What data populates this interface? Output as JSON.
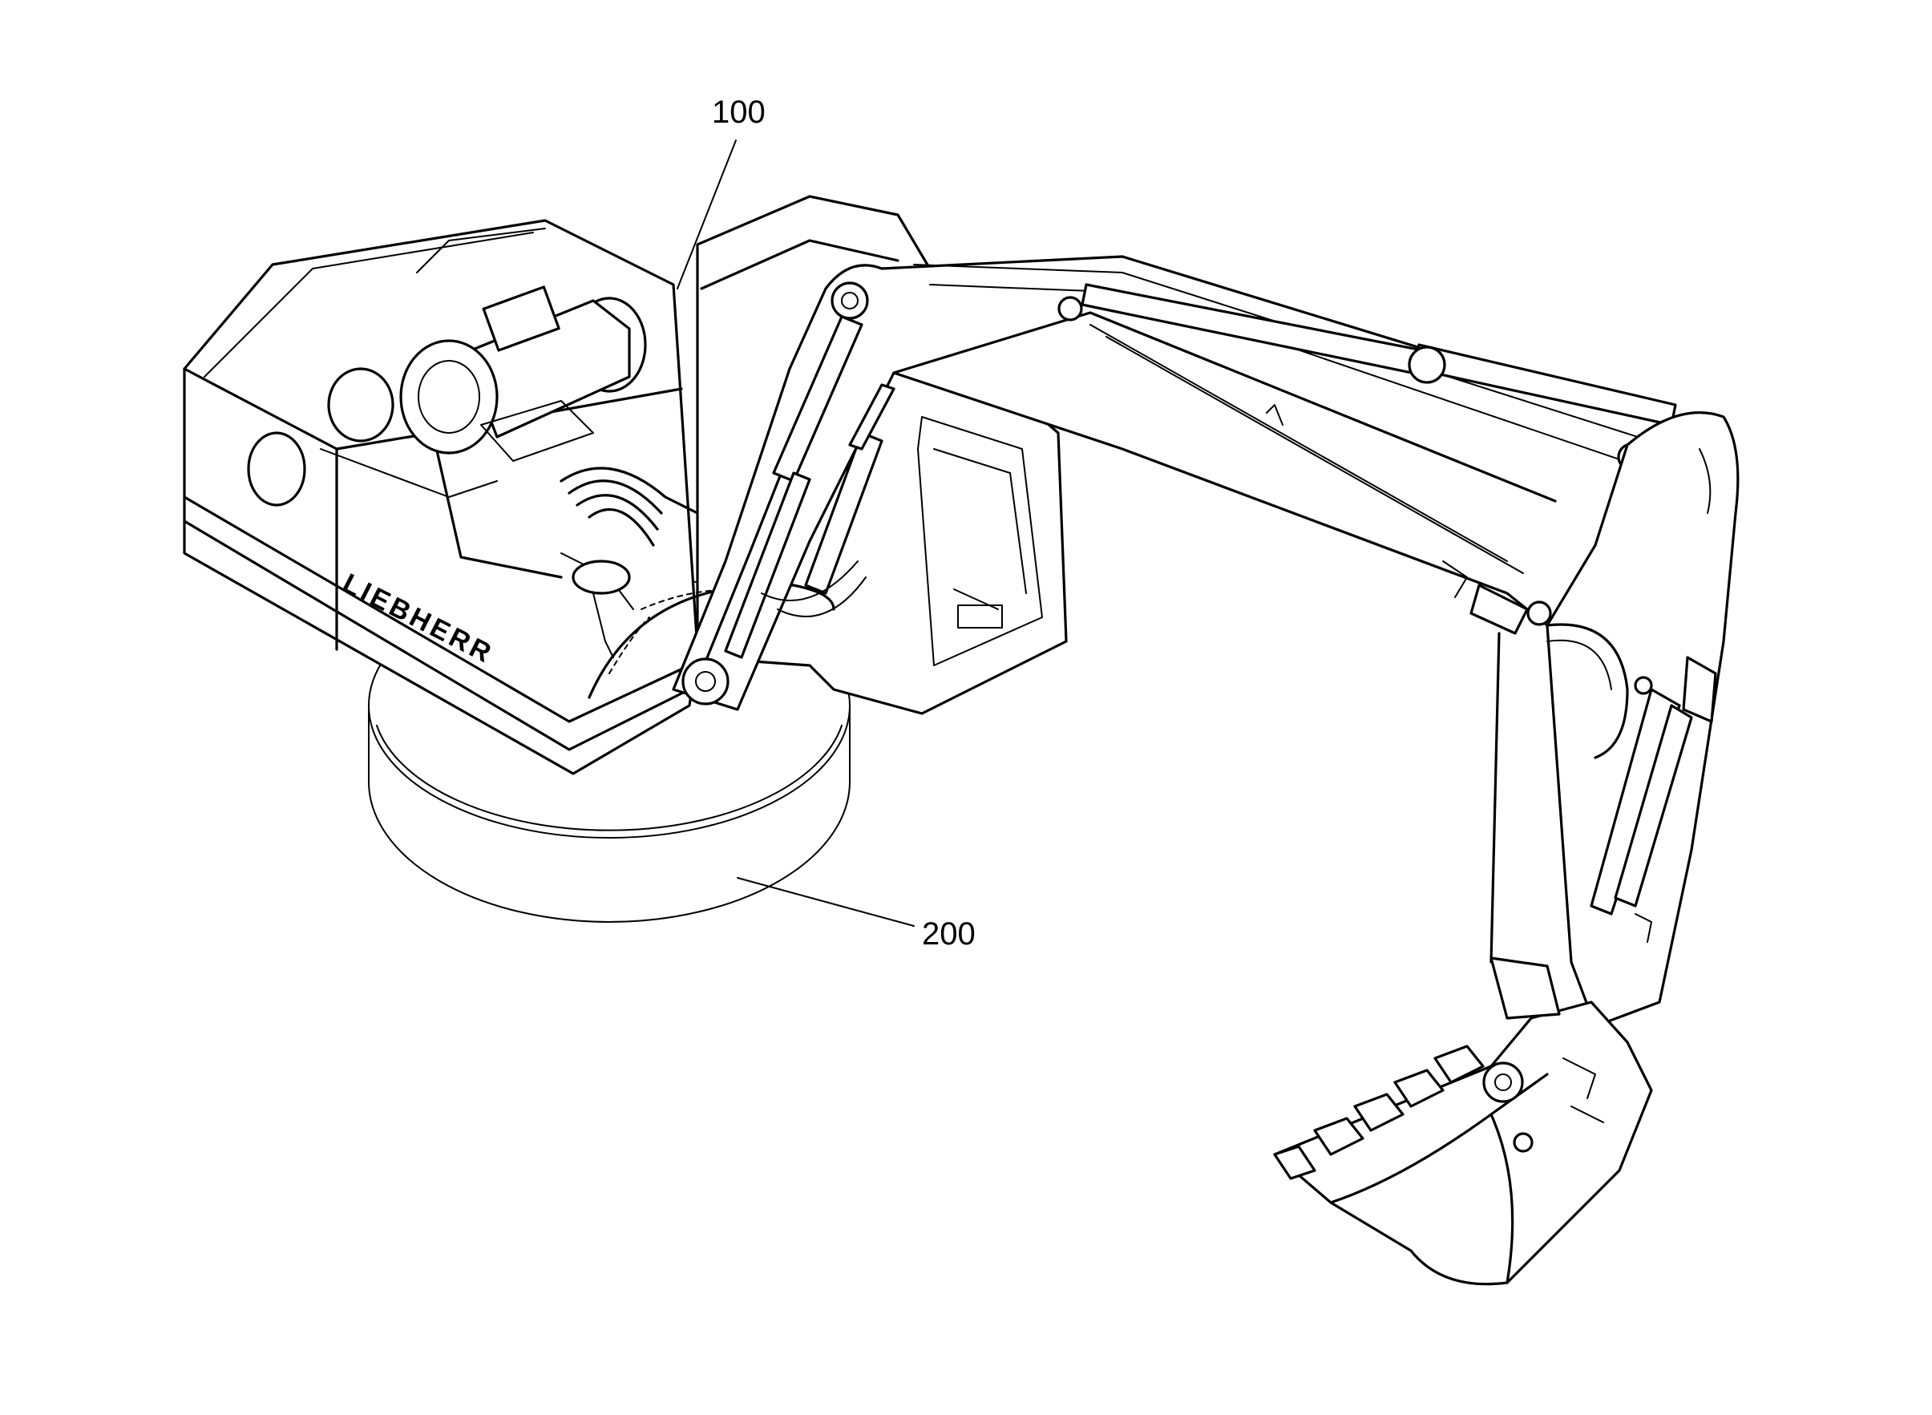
{
  "figure": {
    "reference_labels": [
      {
        "id": "100",
        "text": "100"
      },
      {
        "id": "200",
        "text": "200"
      }
    ],
    "brand_marking": "LIEBHERR",
    "line_color": "#000000",
    "background_color": "#ffffff"
  }
}
